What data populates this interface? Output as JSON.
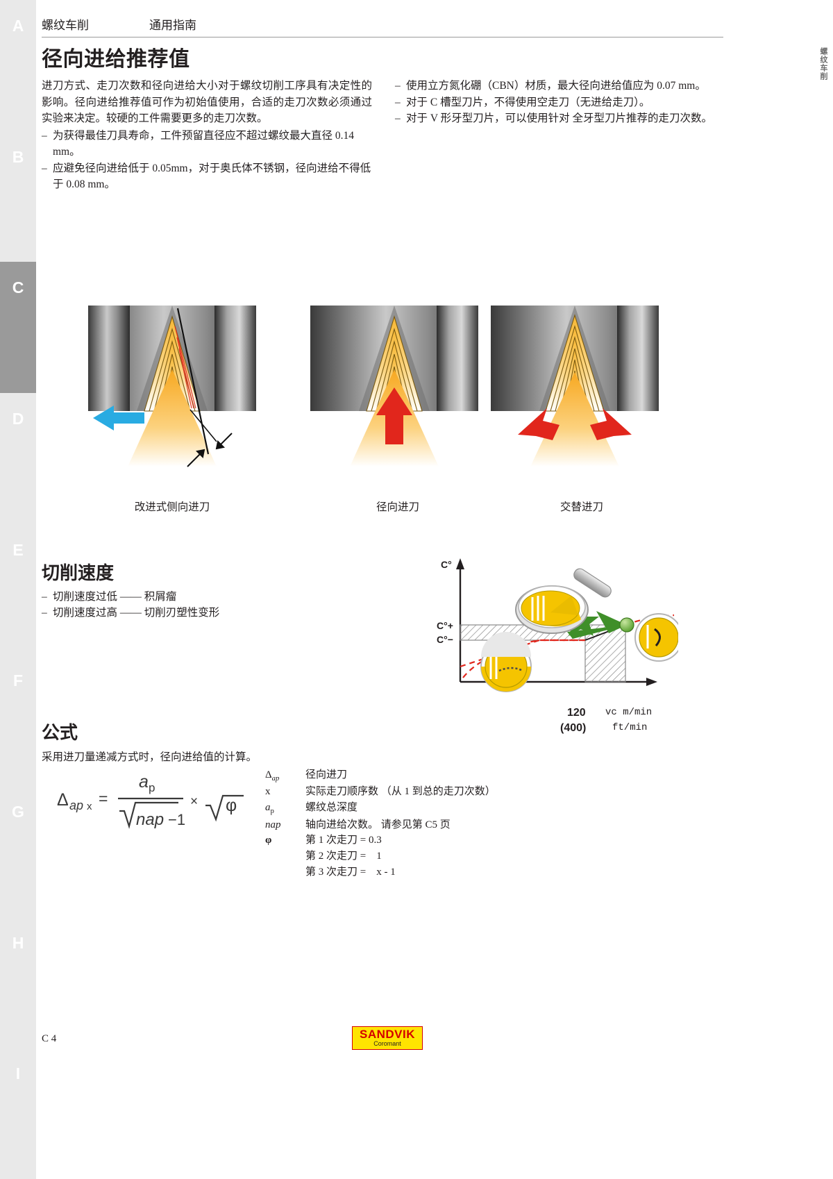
{
  "tabs": [
    {
      "letter": "A",
      "active": false
    },
    {
      "letter": "B",
      "active": false
    },
    {
      "letter": "C",
      "active": true
    },
    {
      "letter": "D",
      "active": false
    },
    {
      "letter": "E",
      "active": false
    },
    {
      "letter": "F",
      "active": false
    },
    {
      "letter": "G",
      "active": false
    },
    {
      "letter": "H",
      "active": false
    },
    {
      "letter": "I",
      "active": false
    }
  ],
  "edge_label": "螺纹车削",
  "header": {
    "section": "螺纹车削",
    "subsection": "通用指南"
  },
  "title": "径向进给推荐值",
  "intro": {
    "paragraph": "进刀方式、走刀次数和径向进给大小对于螺纹切削工序具有决定性的影响。径向进给推荐值可作为初始值使用，合适的走刀次数必须通过实验来决定。较硬的工件需要更多的走刀次数。",
    "left_bullets": [
      "为获得最佳刀具寿命，工件预留直径应不超过螺纹最大直径 0.14 mm。",
      "应避免径向进给低于 0.05mm，对于奥氏体不锈钢，径向进给不得低于 0.08 mm。"
    ],
    "right_bullets": [
      "使用立方氮化硼（CBN）材质，最大径向进给值应为 0.07 mm。",
      "对于 C 槽型刀片，不得使用空走刀（无进给走刀）。",
      "对于 V 形牙型刀片，可以使用针对 全牙型刀片推荐的走刀次数。"
    ]
  },
  "figures": [
    {
      "caption": "改进式侧向进刀",
      "icon": "modified-flank-infeed-diagram"
    },
    {
      "caption": "径向进刀",
      "icon": "radial-infeed-diagram"
    },
    {
      "caption": "交替进刀",
      "icon": "alternating-infeed-diagram"
    }
  ],
  "cutting_speed": {
    "heading": "切削速度",
    "lines": [
      "切削速度过低 —— 积屑瘤",
      "切削速度过高 —— 切削刃塑性变形"
    ]
  },
  "temp_diagram": {
    "y_axis_label": "C°",
    "band_upper": "C°+",
    "band_lower": "C°−",
    "x_value": "120",
    "x_value_alt": "(400)",
    "x_unit_metric": "vc m/min",
    "x_unit_imperial": "ft/min"
  },
  "formula_section": {
    "heading": "公式",
    "subtitle": "采用进刀量递减方式时，径向进给值的计算。",
    "expression": "Δap x = ap / √(nap−1) × √φ",
    "legend": [
      {
        "symbol": "Δap",
        "desc": "径向进刀"
      },
      {
        "symbol": "x",
        "desc": "实际走刀顺序数 （从 1 到总的走刀次数）"
      },
      {
        "symbol": "ap",
        "desc": "螺纹总深度"
      },
      {
        "symbol": "nap",
        "desc": "轴向进给次数。 请参见第 C5 页"
      },
      {
        "symbol": "φ",
        "desc": "第 1 次走刀 = 0.3"
      }
    ],
    "legend_extra": [
      "第 2 次走刀 =　1",
      "第 3 次走刀 =　x - 1"
    ]
  },
  "footer": {
    "folio": "C 4",
    "logo_main": "SANDVIK",
    "logo_sub": "Coromant"
  },
  "colors": {
    "tab_active": "#9a9a9a",
    "tab_idle": "#e9e9e9",
    "arrow_blue": "#29abe2",
    "arrow_red": "#e1261c",
    "thread_gold": "#f5a81c",
    "logo_yellow": "#ffe400",
    "logo_red": "#d40000",
    "green": "#3f8f29"
  }
}
